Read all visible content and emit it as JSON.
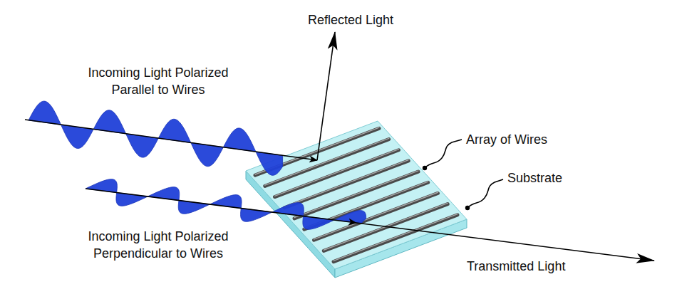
{
  "diagram": {
    "labels": [
      "Reflected Light",
      "Incoming Light Polarized Parallel to Wires",
      "Array of Wires",
      "Substrate",
      "Incoming Light Polarized Perpendicular to Wires",
      "Transmitted Light"
    ]
  }
}
